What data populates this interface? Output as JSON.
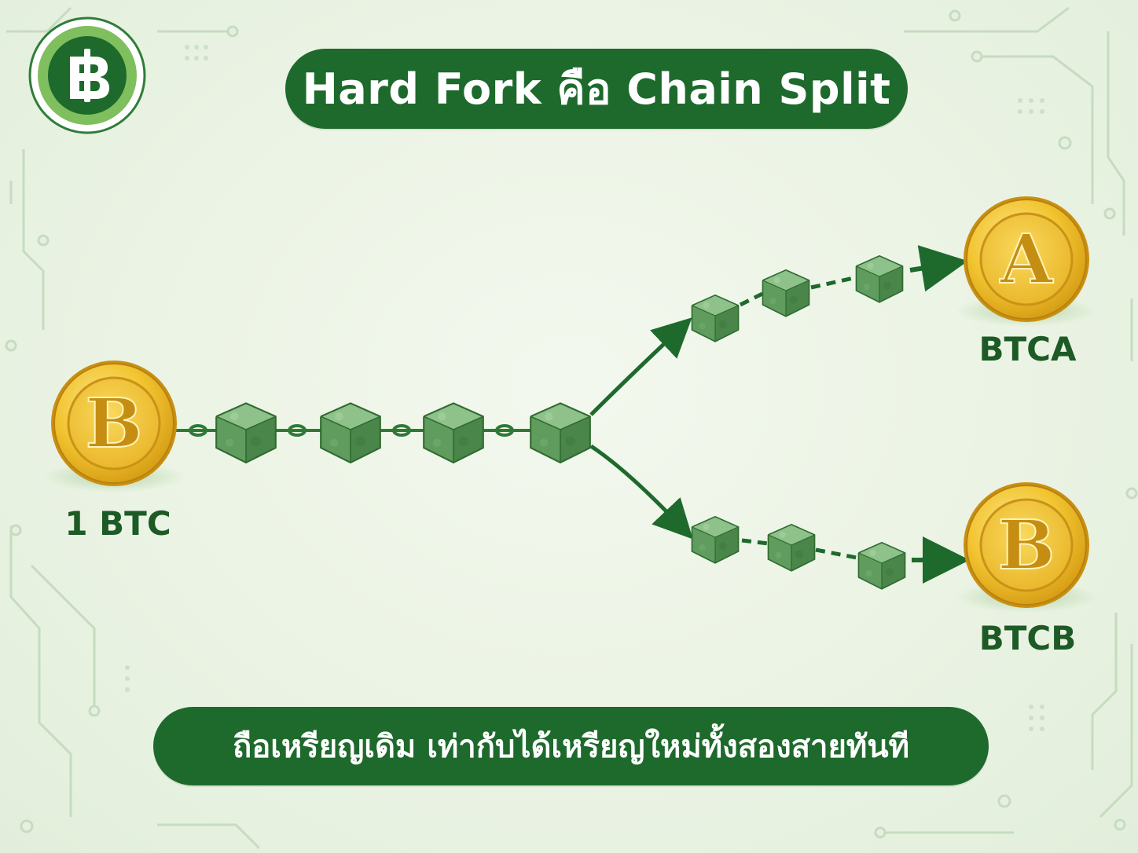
{
  "title": "Hard Fork คือ Chain Split",
  "caption": "ถือเหรียญเดิม เท่ากับได้เหรียญใหม่ทั้งสองสายทันที",
  "logo": {
    "icon": "baht-coin-logo-icon"
  },
  "source_coin": {
    "letter": "B",
    "label": "1 BTC"
  },
  "fork_a_coin": {
    "letter": "A",
    "label": "BTCA"
  },
  "fork_b_coin": {
    "letter": "B",
    "label": "BTCB"
  },
  "colors": {
    "brand_green": "#1d6a2c",
    "block_green": "#6aa86a",
    "coin_gold": "#f2c530",
    "background": "#eef5e8"
  }
}
